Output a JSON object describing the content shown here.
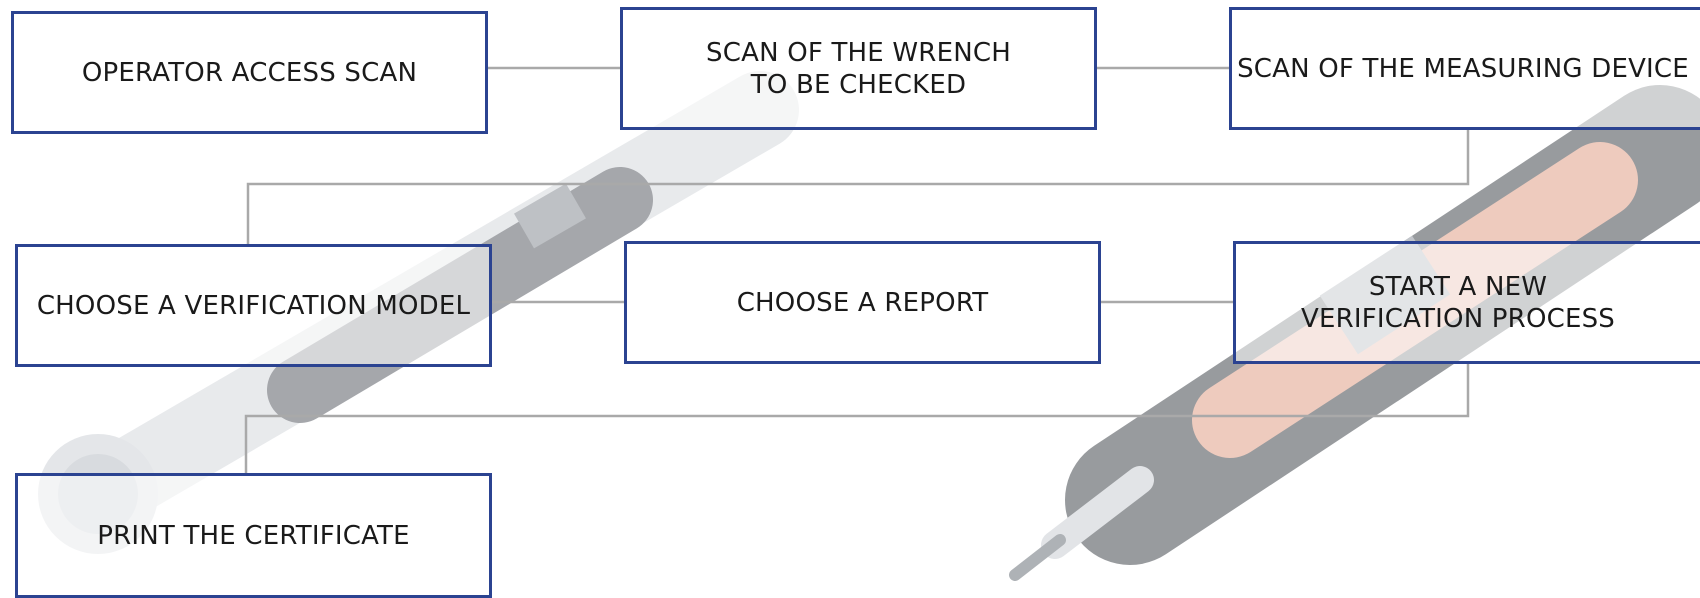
{
  "colors": {
    "box_border": "#2b4391",
    "connector": "#a9a9a9",
    "text": "#1a1a1a",
    "tool_body": "#c9ccd1",
    "tool_accent": "#e4a993"
  },
  "steps": [
    {
      "id": "operator-access-scan",
      "lines": [
        "OPERATOR ACCESS SCAN"
      ]
    },
    {
      "id": "scan-wrench",
      "lines": [
        "SCAN OF THE WRENCH",
        "TO BE CHECKED"
      ]
    },
    {
      "id": "scan-measuring-device",
      "lines": [
        "SCAN OF THE MEASURING DEVICE"
      ]
    },
    {
      "id": "choose-verification-model",
      "lines": [
        "CHOOSE A VERIFICATION MODEL"
      ]
    },
    {
      "id": "choose-report",
      "lines": [
        "CHOOSE A REPORT"
      ]
    },
    {
      "id": "start-new-verification",
      "lines": [
        "START A NEW",
        "VERIFICATION PROCESS"
      ]
    },
    {
      "id": "print-certificate",
      "lines": [
        "PRINT THE CERTIFICATE"
      ]
    }
  ],
  "background_images": [
    "torque-wrench-icon",
    "electronic-screwdriver-icon"
  ]
}
